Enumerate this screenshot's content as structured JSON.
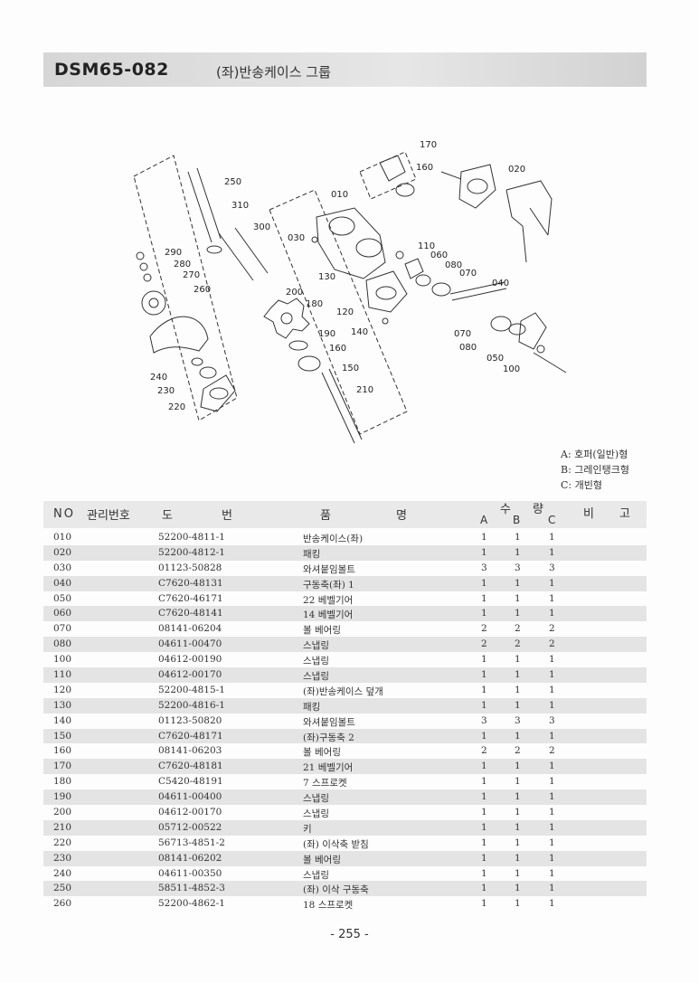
{
  "header": {
    "code": "DSM65-082",
    "title": "(좌)반송케이스 그룹"
  },
  "diagram": {
    "labels": [
      "170",
      "160",
      "020",
      "250",
      "010",
      "310",
      "300",
      "030",
      "110",
      "060",
      "080",
      "070",
      "290",
      "280",
      "270",
      "130",
      "040",
      "260",
      "200",
      "180",
      "120",
      "140",
      "070",
      "080",
      "190",
      "160",
      "050",
      "100",
      "150",
      "240",
      "210",
      "230",
      "220"
    ]
  },
  "legend": [
    "A: 호퍼(일반)형",
    "B: 그레인탱크형",
    "C: 개빈형"
  ],
  "table": {
    "headers": {
      "no": "NO",
      "mgmt": "관리번호",
      "dwg1": "도",
      "dwg2": "번",
      "name1": "품",
      "name2": "명",
      "qty1": "수",
      "qty2": "량",
      "a": "A",
      "b": "B",
      "c": "C",
      "note1": "비",
      "note2": "고"
    },
    "rows": [
      {
        "no": "010",
        "dwg": "52200-4811-1",
        "name": "반송케이스(좌)",
        "a": "1",
        "b": "1",
        "c": "1"
      },
      {
        "no": "020",
        "dwg": "52200-4812-1",
        "name": "패킹",
        "a": "1",
        "b": "1",
        "c": "1"
      },
      {
        "no": "030",
        "dwg": "01123-50828",
        "name": "와셔붙임볼트",
        "a": "3",
        "b": "3",
        "c": "3"
      },
      {
        "no": "040",
        "dwg": "C7620-48131",
        "name": "구동축(좌) 1",
        "a": "1",
        "b": "1",
        "c": "1"
      },
      {
        "no": "050",
        "dwg": "C7620-46171",
        "name": "22 베벨기어",
        "a": "1",
        "b": "1",
        "c": "1"
      },
      {
        "no": "060",
        "dwg": "C7620-48141",
        "name": "14 베벨기어",
        "a": "1",
        "b": "1",
        "c": "1"
      },
      {
        "no": "070",
        "dwg": "08141-06204",
        "name": "볼 베어링",
        "a": "2",
        "b": "2",
        "c": "2"
      },
      {
        "no": "080",
        "dwg": "04611-00470",
        "name": "스냅링",
        "a": "2",
        "b": "2",
        "c": "2"
      },
      {
        "no": "100",
        "dwg": "04612-00190",
        "name": "스냅링",
        "a": "1",
        "b": "1",
        "c": "1"
      },
      {
        "no": "110",
        "dwg": "04612-00170",
        "name": "스냅링",
        "a": "1",
        "b": "1",
        "c": "1"
      },
      {
        "no": "120",
        "dwg": "52200-4815-1",
        "name": "(좌)반송케이스 덮개",
        "a": "1",
        "b": "1",
        "c": "1"
      },
      {
        "no": "130",
        "dwg": "52200-4816-1",
        "name": "패킹",
        "a": "1",
        "b": "1",
        "c": "1"
      },
      {
        "no": "140",
        "dwg": "01123-50820",
        "name": "와셔붙임볼트",
        "a": "3",
        "b": "3",
        "c": "3"
      },
      {
        "no": "150",
        "dwg": "C7620-48171",
        "name": "(좌)구동축 2",
        "a": "1",
        "b": "1",
        "c": "1"
      },
      {
        "no": "160",
        "dwg": "08141-06203",
        "name": "볼 베어링",
        "a": "2",
        "b": "2",
        "c": "2"
      },
      {
        "no": "170",
        "dwg": "C7620-48181",
        "name": "21 베벨기어",
        "a": "1",
        "b": "1",
        "c": "1"
      },
      {
        "no": "180",
        "dwg": "C5420-48191",
        "name": "7 스프로켓",
        "a": "1",
        "b": "1",
        "c": "1"
      },
      {
        "no": "190",
        "dwg": "04611-00400",
        "name": "스냅링",
        "a": "1",
        "b": "1",
        "c": "1"
      },
      {
        "no": "200",
        "dwg": "04612-00170",
        "name": "스냅링",
        "a": "1",
        "b": "1",
        "c": "1"
      },
      {
        "no": "210",
        "dwg": "05712-00522",
        "name": "키",
        "a": "1",
        "b": "1",
        "c": "1"
      },
      {
        "no": "220",
        "dwg": "56713-4851-2",
        "name": "(좌) 이삭축 받침",
        "a": "1",
        "b": "1",
        "c": "1"
      },
      {
        "no": "230",
        "dwg": "08141-06202",
        "name": "볼 베어링",
        "a": "1",
        "b": "1",
        "c": "1"
      },
      {
        "no": "240",
        "dwg": "04611-00350",
        "name": "스냅링",
        "a": "1",
        "b": "1",
        "c": "1"
      },
      {
        "no": "250",
        "dwg": "58511-4852-3",
        "name": "(좌) 이삭 구동축",
        "a": "1",
        "b": "1",
        "c": "1"
      },
      {
        "no": "260",
        "dwg": "52200-4862-1",
        "name": "18 스프로켓",
        "a": "1",
        "b": "1",
        "c": "1"
      }
    ]
  },
  "page_number": "- 255 -"
}
